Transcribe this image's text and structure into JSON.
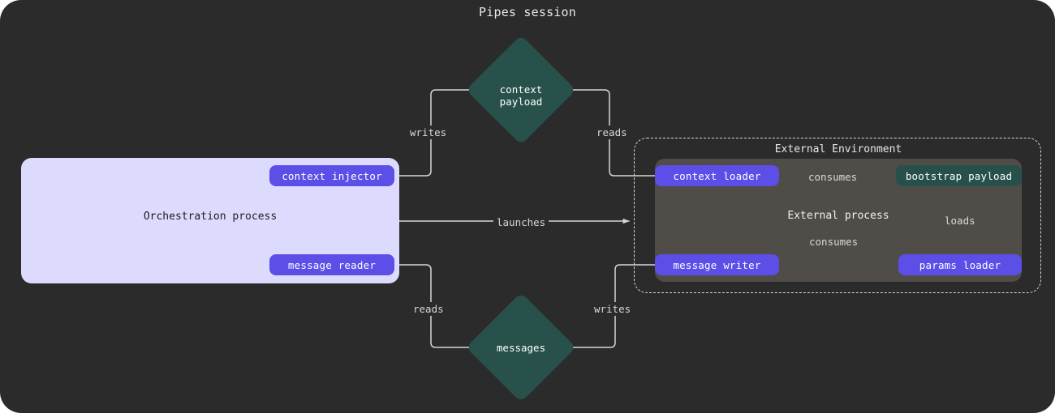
{
  "title": "Pipes session",
  "colors": {
    "canvas_bg": "#2b2b2b",
    "orchestration_bg": "#dcdbfd",
    "external_process_bg": "#504d48",
    "node_purple": "#5b4fe8",
    "node_teal": "#27514a",
    "wire": "#d9d8d4"
  },
  "orchestration": {
    "label": "Orchestration process",
    "nodes": [
      {
        "id": "context-injector",
        "label": "context injector"
      },
      {
        "id": "message-reader",
        "label": "message reader"
      }
    ]
  },
  "external_environment": {
    "label": "External Environment",
    "process": {
      "label": "External process",
      "nodes": [
        {
          "id": "context-loader",
          "label": "context loader",
          "kind": "purple"
        },
        {
          "id": "bootstrap-payload",
          "label": "bootstrap payload",
          "kind": "teal"
        },
        {
          "id": "message-writer",
          "label": "message writer",
          "kind": "purple"
        },
        {
          "id": "params-loader",
          "label": "params loader",
          "kind": "purple"
        }
      ]
    }
  },
  "stores": [
    {
      "id": "context-payload",
      "line1": "context",
      "line2": "payload"
    },
    {
      "id": "messages",
      "line1": "messages",
      "line2": ""
    }
  ],
  "edges": [
    {
      "id": "injector-writes-context",
      "label": "writes",
      "from": "context injector",
      "to": "context payload"
    },
    {
      "id": "loader-reads-context",
      "label": "reads",
      "from": "context loader",
      "to": "context payload"
    },
    {
      "id": "orchestration-launches-external",
      "label": "launches",
      "from": "Orchestration process",
      "to": "External Environment"
    },
    {
      "id": "reader-reads-messages",
      "label": "reads",
      "from": "message reader",
      "to": "messages"
    },
    {
      "id": "writer-writes-messages",
      "label": "writes",
      "from": "message writer",
      "to": "messages"
    },
    {
      "id": "context-loader-consumes-bootstrap",
      "label": "consumes",
      "from": "context loader",
      "to": "bootstrap payload"
    },
    {
      "id": "message-writer-consumes-bootstrap",
      "label": "consumes",
      "from": "message writer",
      "to": "bootstrap payload"
    },
    {
      "id": "params-loader-loads-bootstrap",
      "label": "loads",
      "from": "params loader",
      "to": "bootstrap payload"
    }
  ]
}
